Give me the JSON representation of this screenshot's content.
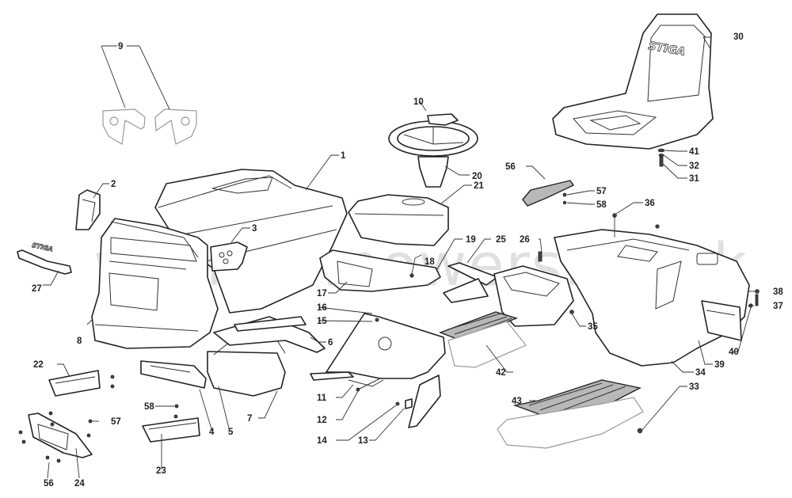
{
  "diagram": {
    "title": "Exploded parts diagram - ride-on mower body panels",
    "watermark": "worldofmowers.co.uk",
    "seat_logo": "STIGA",
    "emblem_logo": "STIGA",
    "callouts": {
      "c1": "1",
      "c2": "2",
      "c3": "3",
      "c4": "4",
      "c5": "5",
      "c6": "6",
      "c7": "7",
      "c8": "8",
      "c9": "9",
      "c10": "10",
      "c11": "11",
      "c12": "12",
      "c13": "13",
      "c14": "14",
      "c15": "15",
      "c16": "16",
      "c17": "17",
      "c18": "18",
      "c19": "19",
      "c20": "20",
      "c21": "21",
      "c22": "22",
      "c23": "23",
      "c24": "24",
      "c25": "25",
      "c26": "26",
      "c27": "27",
      "c30": "30",
      "c31": "31",
      "c32": "32",
      "c33": "33",
      "c34": "34",
      "c35": "35",
      "c36": "36",
      "c37": "37",
      "c38": "38",
      "c39": "39",
      "c40": "40",
      "c41": "41",
      "c42": "42",
      "c43": "43",
      "c56a": "56",
      "c56b": "56",
      "c57a": "57",
      "c57b": "57",
      "c58a": "58",
      "c58b": "58"
    }
  }
}
